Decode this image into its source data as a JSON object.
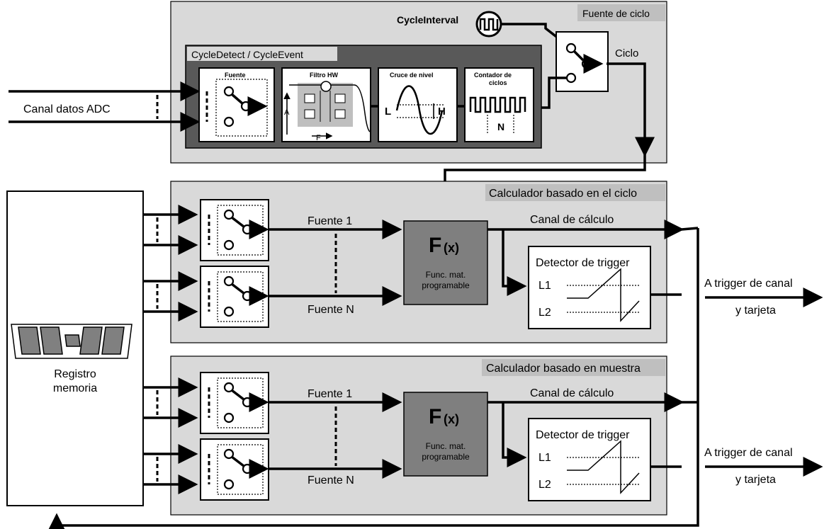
{
  "colors": {
    "panel": "#d9d9d9",
    "panel_tag": "#bfbfbf",
    "inner_panel": "#595959",
    "function_box": "#7f7f7f",
    "line": "#000000"
  },
  "cycle_source": {
    "title": "Fuente de ciclo",
    "cycle_interval_label": "CycleInterval",
    "cycle_interval_icon": "square-wave-icon",
    "output_label": "Ciclo",
    "detect_group_title": "CycleDetect  / CycleEvent",
    "blocks": {
      "source": "Fuente",
      "filter": "Filtro HW",
      "filter_axis_amplitude": "A",
      "filter_axis_frequency": "F",
      "level_cross": "Cruce de nivel",
      "level_low": "L",
      "level_high": "H",
      "counter_line1": "Contador de",
      "counter_line2": "ciclos",
      "counter_n": "N"
    }
  },
  "adc_label": "Canal datos ADC",
  "memory": {
    "line1": "Registro",
    "line2": "memoria"
  },
  "calculators": [
    {
      "title": "Calculador basado en el ciclo",
      "source_first": "Fuente 1",
      "source_last": "Fuente N",
      "function_symbol": "F",
      "function_arg": "(x)",
      "function_desc_line1": "Func. mat.",
      "function_desc_line2": "programable",
      "output_label": "Canal de cálculo",
      "trigger_title": "Detector de trigger",
      "trigger_l1": "L1",
      "trigger_l2": "L2",
      "trigger_out_line1": "A trigger de canal",
      "trigger_out_line2": "y tarjeta"
    },
    {
      "title": "Calculador basado en muestra",
      "source_first": "Fuente 1",
      "source_last": "Fuente N",
      "function_symbol": "F",
      "function_arg": "(x)",
      "function_desc_line1": "Func. mat.",
      "function_desc_line2": "programable",
      "output_label": "Canal de cálculo",
      "trigger_title": "Detector de trigger",
      "trigger_l1": "L1",
      "trigger_l2": "L2",
      "trigger_out_line1": "A trigger de canal",
      "trigger_out_line2": "y tarjeta"
    }
  ]
}
